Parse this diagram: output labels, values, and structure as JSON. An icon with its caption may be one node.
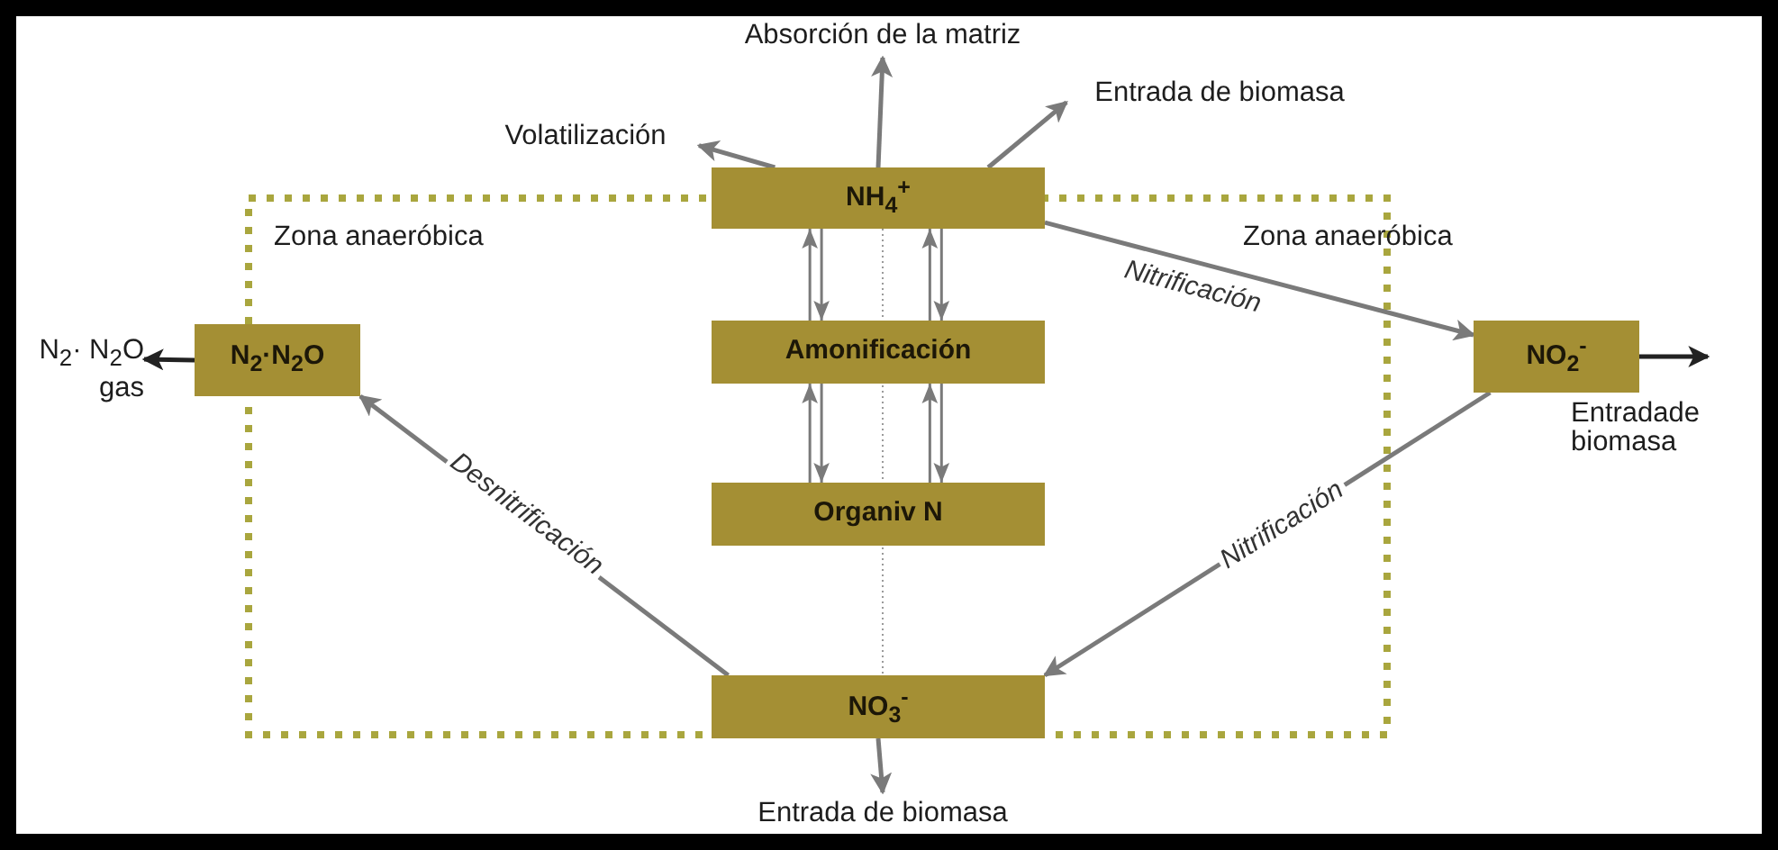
{
  "diagram": {
    "nodes": [
      {
        "text": [
          "Absorción de la matriz"
        ]
      },
      {
        "text": [
          "Volatilización"
        ]
      },
      {
        "text": [
          "Entrada de biomasa"
        ]
      },
      {
        "text": [
          "NH$_{4}$$^{+}$"
        ]
      },
      {
        "text": [
          "N$_{2}$· N$_{2}$O gas"
        ]
      },
      {
        "text": [
          "N$_{2}$·N$_{2}$O"
        ]
      },
      {
        "text": [
          "Amonificación"
        ]
      },
      {
        "text": [
          "NO$_{2}$$^{-}$"
        ],
        "beside": [
          "Entradade biomasa"
        ]
      },
      {
        "text": [
          "Organiv N"
        ]
      },
      {
        "text": [
          "NO$_{3}$$^{-}$"
        ]
      },
      {
        "text": [
          "Entrada de biomasa"
        ]
      }
    ],
    "edges": [
      {
        "from": 3,
        "to": 1,
        "arrow": "to"
      },
      {
        "from": 3,
        "to": 0,
        "arrow": "to"
      },
      {
        "from": 3,
        "to": 2,
        "arrow": "to"
      },
      {
        "from": 6,
        "to": 3,
        "arrow": "to"
      },
      {
        "from": 3,
        "to": 6,
        "arrow": "to"
      },
      {
        "from": 6,
        "to": 3,
        "arrow": "to"
      },
      {
        "from": 3,
        "to": 6,
        "arrow": "to"
      },
      {
        "from": 8,
        "to": 6,
        "arrow": "to"
      },
      {
        "from": 6,
        "to": 8,
        "arrow": "to"
      },
      {
        "from": 8,
        "to": 6,
        "arrow": "to"
      },
      {
        "from": 6,
        "to": 8,
        "arrow": "to"
      },
      {
        "from": 3,
        "to": 7,
        "arrow": "to",
        "label": "Nitrificación"
      },
      {
        "from": 7,
        "to": 9,
        "arrow": "to",
        "label": "Nitrificación"
      },
      {
        "from": 9,
        "to": 5,
        "arrow": "to",
        "label": "Desnitrificación"
      },
      {
        "from": 5,
        "to": 4,
        "arrow": "to",
        "color": "#222222"
      },
      {
        "from": 7,
        "to": null,
        "arrow": "to",
        "color": "#222222"
      },
      {
        "from": 9,
        "to": 10,
        "arrow": "to"
      }
    ],
    "labels": [
      "Zona anaeróbica",
      "Zona anaeróbica"
    ]
  }
}
